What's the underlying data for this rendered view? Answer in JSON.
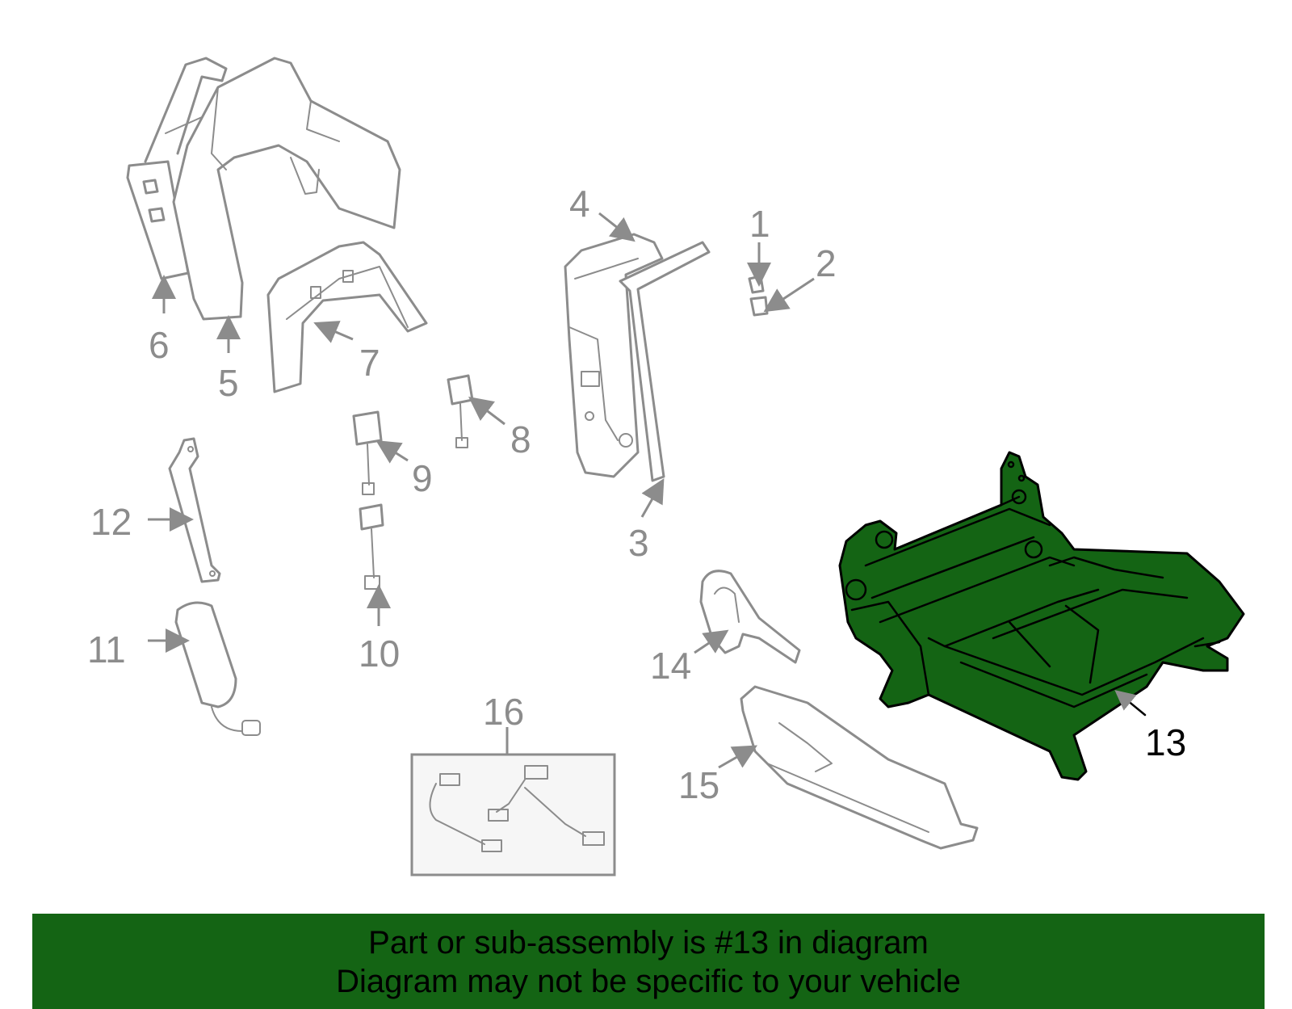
{
  "colors": {
    "highlight_fill": "#146414",
    "line_gray": "#8c8c8c",
    "banner_bg": "#146414",
    "banner_text": "#000000"
  },
  "callouts": {
    "c1": "1",
    "c2": "2",
    "c3": "3",
    "c4": "4",
    "c5": "5",
    "c6": "6",
    "c7": "7",
    "c8": "8",
    "c9": "9",
    "c10": "10",
    "c11": "11",
    "c12": "12",
    "c13": "13",
    "c14": "14",
    "c15": "15",
    "c16": "16"
  },
  "highlighted_part": "13",
  "banner": {
    "line1": "Part or sub-assembly is #13 in diagram",
    "line2": "Diagram may not be specific to your vehicle"
  }
}
